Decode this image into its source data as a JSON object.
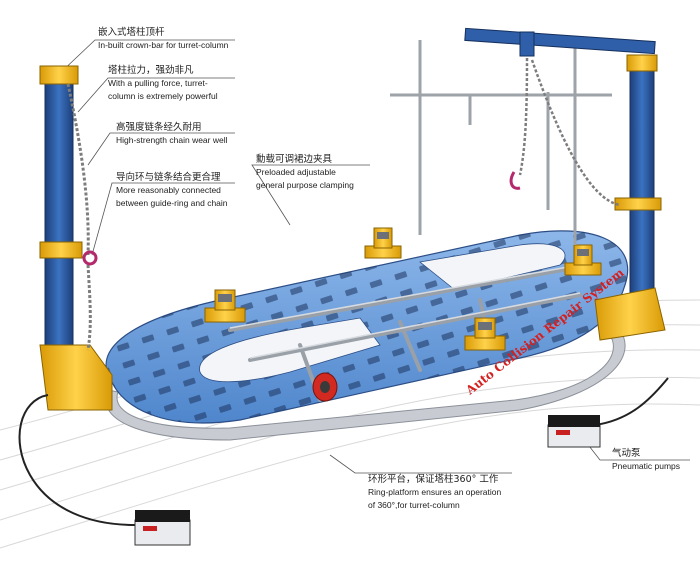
{
  "callouts": {
    "crown_bar": {
      "cn": "嵌入式塔柱顶杆",
      "en": "In-built crown-bar for turret-column"
    },
    "pulling_force": {
      "cn": "塔柱拉力，强劲非凡",
      "en1": "With a pulling force, turret-",
      "en2": "column is extremely powerful"
    },
    "chain": {
      "cn": "高强度链条经久耐用",
      "en": "High-strength chain wear well"
    },
    "guide_ring": {
      "cn": "导向环与链条结合更合理",
      "en1": "More reasonably connected",
      "en2": "between guide-ring and chain"
    },
    "clamping": {
      "cn": "勳载可调裙边夹具",
      "en1": "Preloaded adjustable",
      "en2": "general purpose clamping"
    },
    "ring_platform": {
      "cn": "环形平台，保证塔柱360° 工作",
      "en1": "Ring-platform ensures an operation",
      "en2": "of 360°,for turret-column"
    },
    "pumps": {
      "cn": "气动泵",
      "en": "Pneumatic pumps"
    }
  },
  "platform_text": "Auto Collision Repair System",
  "colors": {
    "column_blue": "#2f5fa8",
    "base_yellow": "#f2b516",
    "platform_blue": "#5b8fd0",
    "frame_gray": "#b7bcc4",
    "chain_gray": "#7d7d7d"
  }
}
